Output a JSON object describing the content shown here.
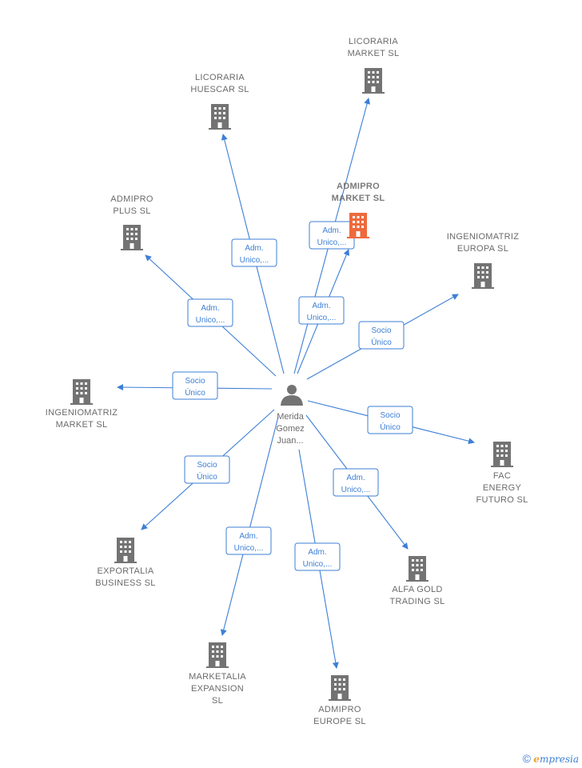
{
  "center": {
    "label": [
      "Merida",
      "Gomez",
      "Juan..."
    ],
    "icon": "person-icon"
  },
  "nodes": [
    {
      "id": "licoraria-market",
      "label": [
        "LICORARIA",
        "MARKET  SL"
      ],
      "icon": "building-icon",
      "focus": false
    },
    {
      "id": "licoraria-huescar",
      "label": [
        "LICORARIA",
        "HUESCAR  SL"
      ],
      "icon": "building-icon",
      "focus": false
    },
    {
      "id": "admipro-market",
      "label": [
        "ADMIPRO",
        "MARKET  SL"
      ],
      "icon": "building-icon",
      "focus": true
    },
    {
      "id": "admipro-plus",
      "label": [
        "ADMIPRO",
        "PLUS  SL"
      ],
      "icon": "building-icon",
      "focus": false
    },
    {
      "id": "ingeniomatriz-europa",
      "label": [
        "INGENIOMATRIZ",
        "EUROPA  SL"
      ],
      "icon": "building-icon",
      "focus": false
    },
    {
      "id": "ingeniomatriz-market",
      "label": [
        "INGENIOMATRIZ",
        "MARKET  SL"
      ],
      "icon": "building-icon",
      "focus": false
    },
    {
      "id": "fac-energy",
      "label": [
        "FAC",
        "ENERGY",
        "FUTURO  SL"
      ],
      "icon": "building-icon",
      "focus": false
    },
    {
      "id": "exportalia",
      "label": [
        "EXPORTALIA",
        "BUSINESS  SL"
      ],
      "icon": "building-icon",
      "focus": false
    },
    {
      "id": "alfa-gold",
      "label": [
        "ALFA GOLD",
        "TRADING  SL"
      ],
      "icon": "building-icon",
      "focus": false
    },
    {
      "id": "marketalia",
      "label": [
        "MARKETALIA",
        "EXPANSION",
        "SL"
      ],
      "icon": "building-icon",
      "focus": false
    },
    {
      "id": "admipro-europe",
      "label": [
        "ADMIPRO",
        "EUROPE  SL"
      ],
      "icon": "building-icon",
      "focus": false
    }
  ],
  "edges": [
    {
      "target": "licoraria-market",
      "relation": [
        "Adm.",
        "Unico,..."
      ]
    },
    {
      "target": "licoraria-huescar",
      "relation": [
        "Adm.",
        "Unico,..."
      ]
    },
    {
      "target": "admipro-market",
      "relation": [
        "Adm.",
        "Unico,..."
      ]
    },
    {
      "target": "admipro-plus",
      "relation": [
        "Adm.",
        "Unico,..."
      ]
    },
    {
      "target": "ingeniomatriz-europa",
      "relation": [
        "Socio",
        "Único"
      ]
    },
    {
      "target": "ingeniomatriz-market",
      "relation": [
        "Socio",
        "Único"
      ]
    },
    {
      "target": "fac-energy",
      "relation": [
        "Socio",
        "Único"
      ]
    },
    {
      "target": "exportalia",
      "relation": [
        "Socio",
        "Único"
      ]
    },
    {
      "target": "alfa-gold",
      "relation": [
        "Adm.",
        "Unico,..."
      ]
    },
    {
      "target": "marketalia",
      "relation": [
        "Adm.",
        "Unico,..."
      ]
    },
    {
      "target": "admipro-europe",
      "relation": [
        "Adm.",
        "Unico,..."
      ]
    }
  ],
  "colors": {
    "edge": "#3d7fd6",
    "building": "#737373",
    "focus_building": "#ee6a3c",
    "person": "#737373"
  },
  "footer": {
    "copyright": "©",
    "brand_initial": "e",
    "brand_rest": "mpresia"
  }
}
